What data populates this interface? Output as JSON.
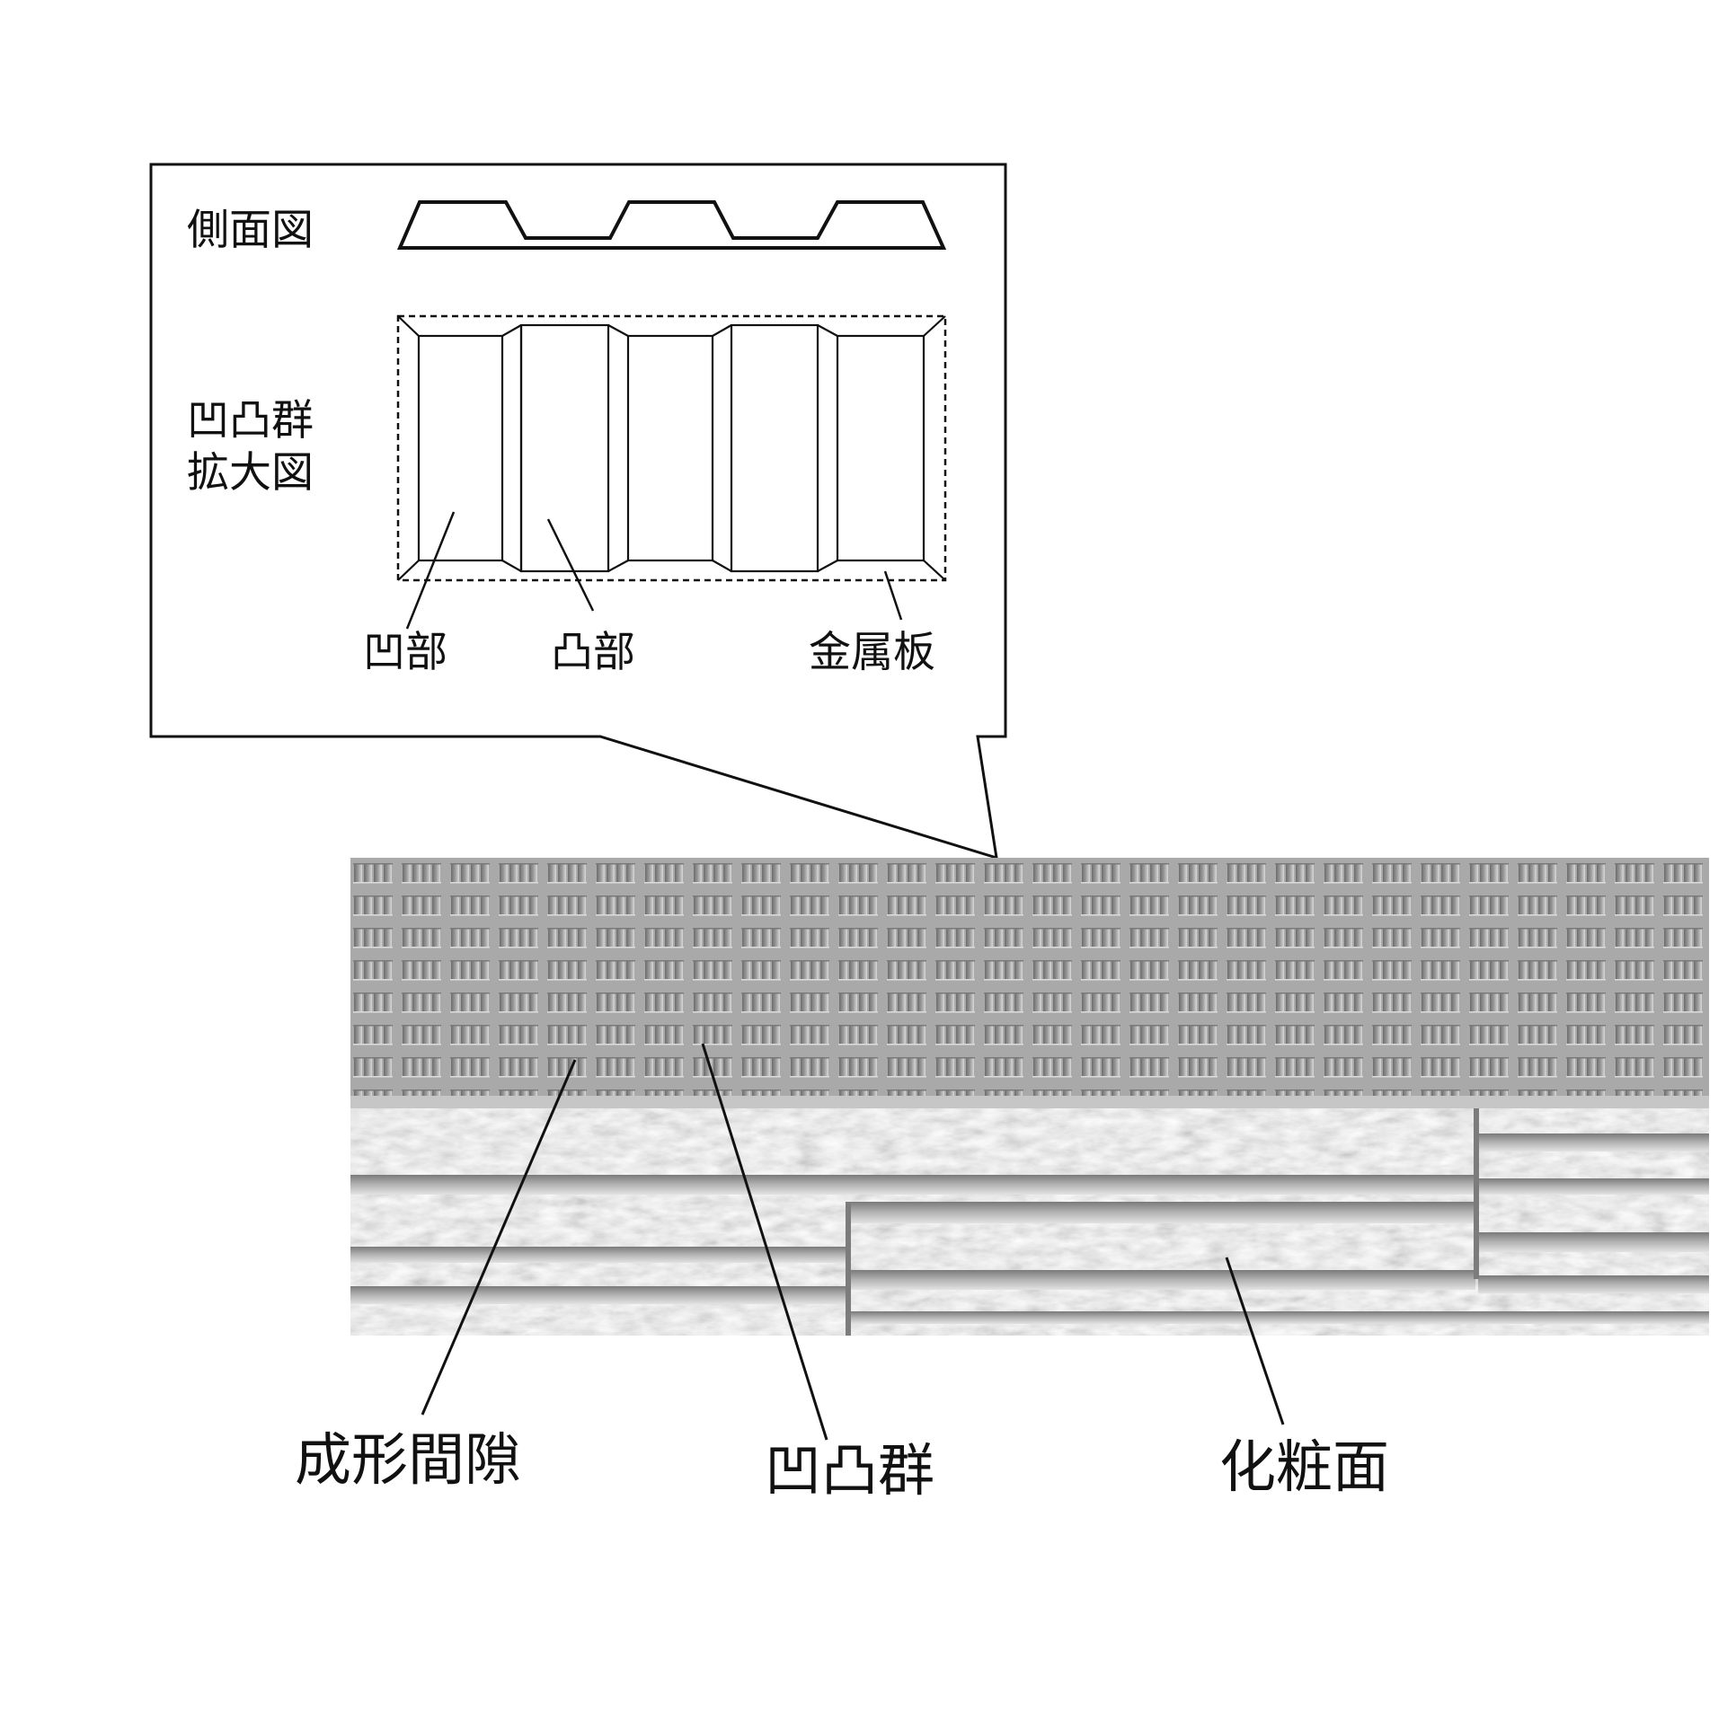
{
  "labels": {
    "side_view": "側面図",
    "enlarged_line1": "凹凸群",
    "enlarged_line2": "拡大図",
    "concave_part": "凹部",
    "convex_part": "凸部",
    "metal_plate": "金属板",
    "molding_gap": "成形間隙",
    "uneven_group": "凹凸群",
    "decorative_surface": "化粧面"
  },
  "colors": {
    "line": "#111111",
    "panel_base": "#a8a8a8",
    "panel_dark": "#8a8a8a",
    "panel_light": "#c9c9c9"
  }
}
